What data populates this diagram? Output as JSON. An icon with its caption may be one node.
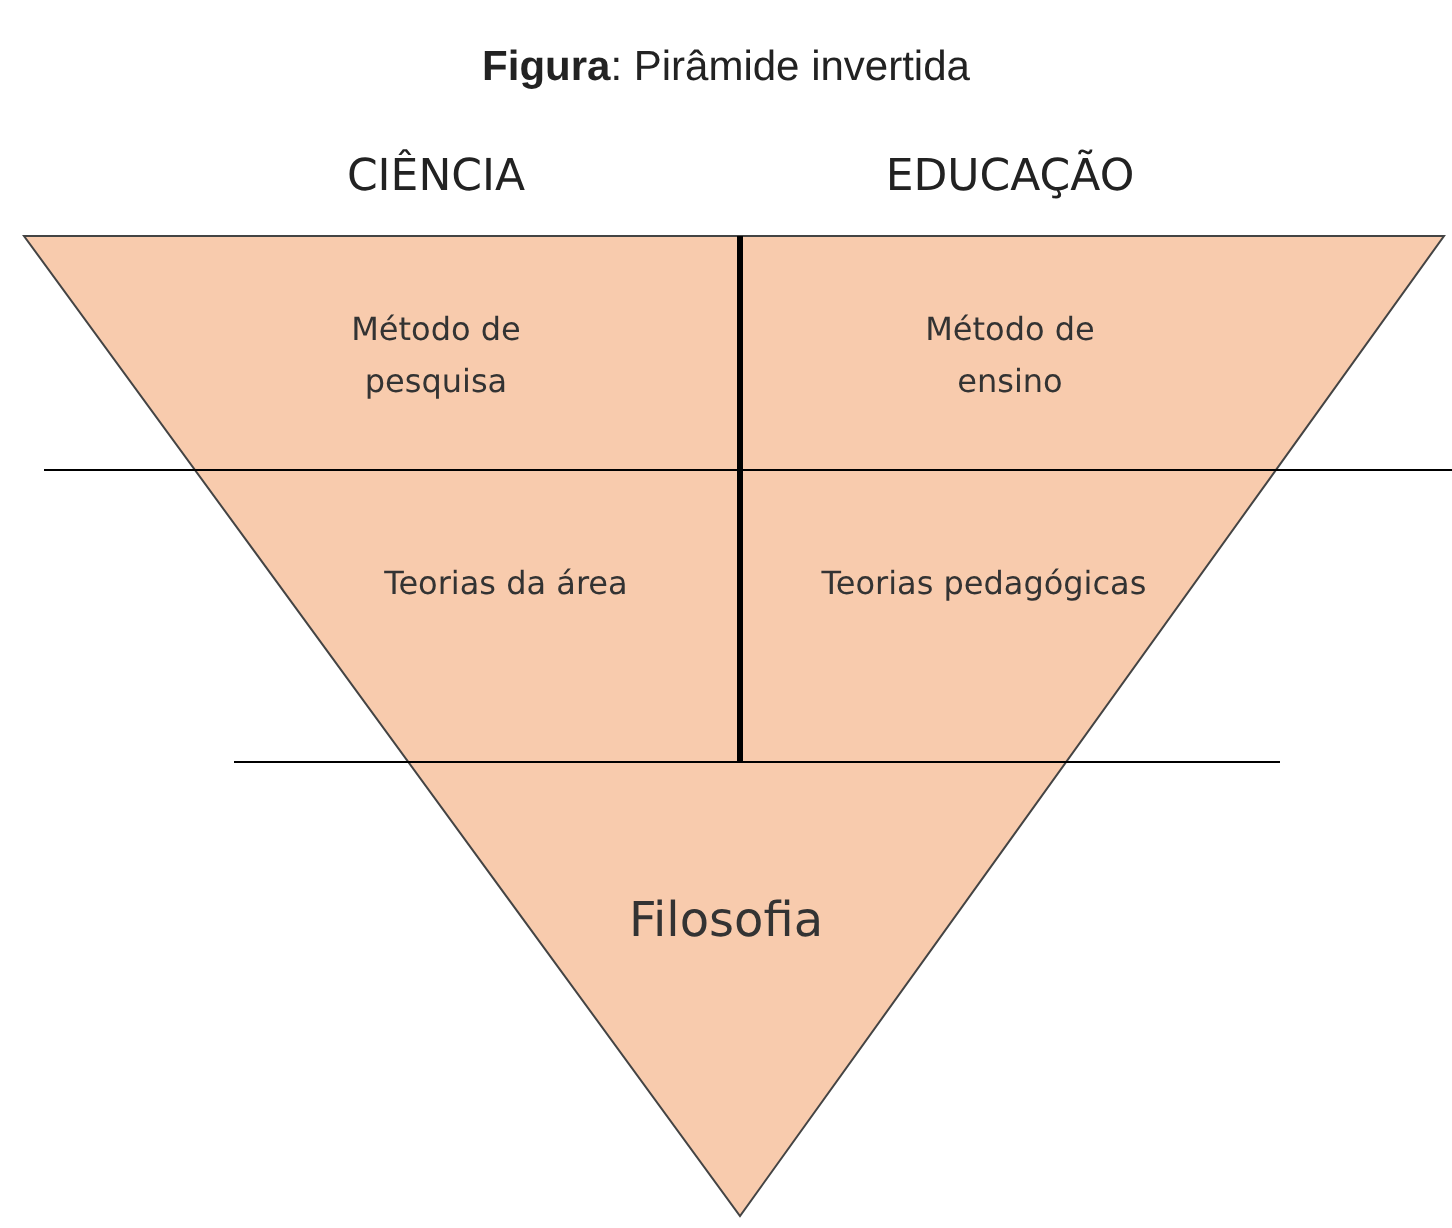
{
  "diagram": {
    "title": "**Figura**: Pirâmide invertida",
    "nodes": [
      {
        "text": [
          "Método de pesquisa"
        ]
      },
      {
        "text": [
          "Método de ensino"
        ]
      },
      {
        "text": [
          "Teorias da área"
        ]
      },
      {
        "text": [
          "Teorias pedagógicas"
        ]
      },
      {
        "text": [
          "Filosofia"
        ]
      }
    ],
    "labels": [
      "CIÊNCIA",
      "EDUCAÇÃO"
    ]
  }
}
